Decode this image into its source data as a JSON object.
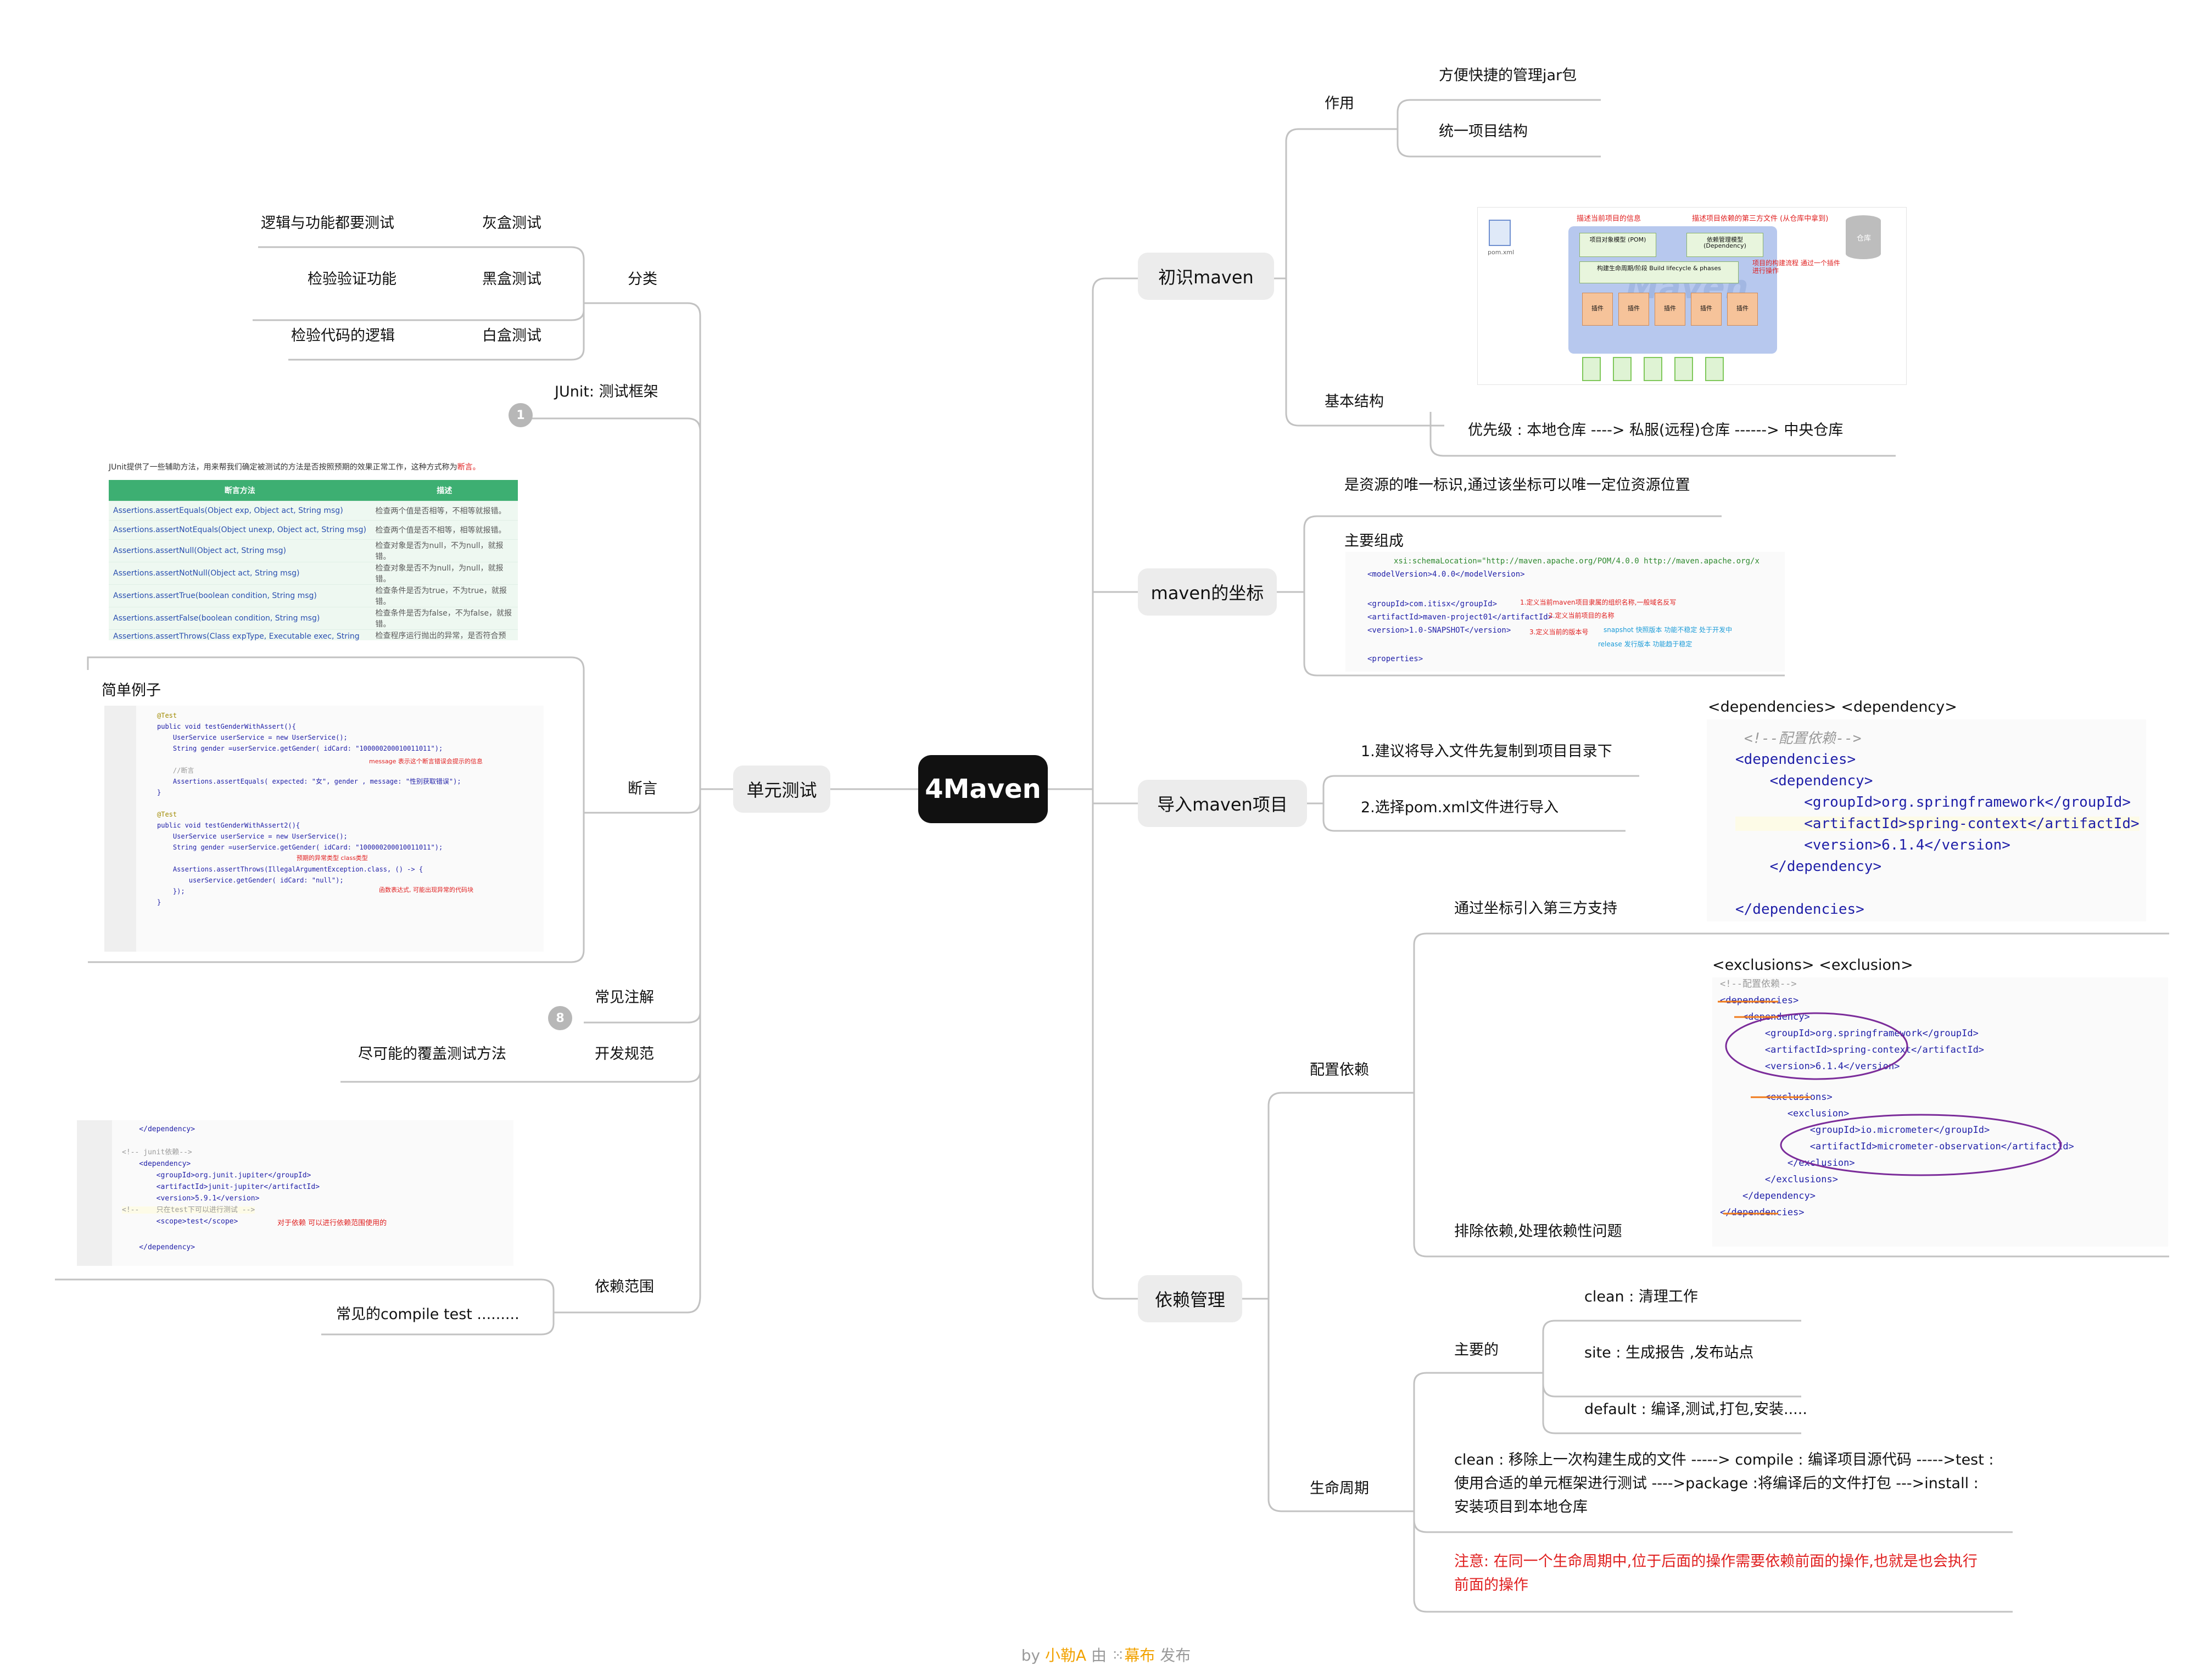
{
  "root": "4Maven",
  "right": {
    "branch1": {
      "label": "初识maven",
      "zuoyong": "作用",
      "zuoyong_items": [
        "方便快捷的管理jar包",
        "统一项目结构"
      ],
      "jiben": "基本结构",
      "jiben_text": "优先级 : 本地仓库    ---->    私服(远程)仓库      ------>    中央仓库",
      "diagram": {
        "desc_left": "描述当前项目的信息",
        "desc_right": "描述项目依赖的第三方文件 (从仓库中拿到)",
        "pom_label": "pom.xml",
        "box1": "项目对象模型 (POM)",
        "box2": "依赖管理模型 (Dependency)",
        "box3": "构建生命周期/阶段 Build lifecycle & phases",
        "side_note": "项目的构建流程 通过一个插件进行操作",
        "plugin": "插件",
        "repo": "仓库",
        "watermark": "Maven"
      }
    },
    "branch2": {
      "label": "maven的坐标",
      "desc": "是资源的唯一标识,通过该坐标可以唯一定位资源位置",
      "zuocheng": "主要组成",
      "code": [
        "xsi:schemaLocation=\"http://maven.apache.org/POM/4.0.0 http://maven.apache.org/x",
        "<modelVersion>4.0.0</modelVersion>",
        "<groupId>com.itisx</groupId>",
        "<artifactId>maven-project01</artifactId>",
        "<version>1.0-SNAPSHOT</version>",
        "<properties>"
      ],
      "notes": [
        "1.定义当前maven项目隶属的组织名称,一般域名反写",
        "2.定义当前项目的名称",
        "3.定义当前的版本号",
        "snapshot 快照版本 功能不稳定 处于开发中",
        "release 发行版本 功能趋于稳定"
      ]
    },
    "branch3": {
      "label": "导入maven项目",
      "items": [
        "1.建议将导入文件先复制到项目目录下",
        "2.选择pom.xml文件进行导入"
      ],
      "header": "<dependencies>   <dependency>",
      "code": [
        "<!--配置依赖-->",
        "<dependencies>",
        "    <dependency>",
        "        <groupId>org.springframework</groupId>",
        "        <artifactId>spring-context</artifactId>",
        "        <version>6.1.4</version>",
        "    </dependency>",
        "</dependencies>"
      ]
    },
    "branch4": {
      "label": "依赖管理",
      "peizhi": "配置依赖",
      "tongguo": "通过坐标引入第三方支持",
      "paichu": "排除依赖,处理依赖性问题",
      "excl_header": "<exclusions>   <exclusion>",
      "excl_code": [
        "<!--配置依赖-->",
        "<dependencies>",
        "    <dependency>",
        "        <groupId>org.springframework</groupId>",
        "        <artifactId>spring-context</artifactId>",
        "        <version>6.1.4</version>",
        "",
        "        <exclusions>",
        "            <exclusion>",
        "                <groupId>io.micrometer</groupId>",
        "                <artifactId>micrometer-observation</artifactId>",
        "            </exclusion>",
        "        </exclusions>",
        "    </dependency>",
        "</dependencies>"
      ],
      "shengming": "生命周期",
      "zhuyao": "主要的",
      "zhuyao_items": [
        "clean : 清理工作",
        "site : 生成报告 ,发布站点",
        "default : 编译,测试,打包,安装....."
      ],
      "lifecycle_text": [
        "clean : 移除上一次构建生成的文件 -----> compile : 编译项目源代码   ----->test :",
        "使用合适的单元框架进行测试 ---->package  :将编译后的文件打包 --->install :",
        "安装项目到本地仓库"
      ],
      "note": [
        "注意: 在同一个生命周期中,位于后面的操作需要依赖前面的操作,也就是也会执行",
        "前面的操作"
      ]
    }
  },
  "left": {
    "label": "单元测试",
    "fenlei": "分类",
    "fenlei_items": [
      {
        "type": "灰盒测试",
        "desc": "逻辑与功能都要测试"
      },
      {
        "type": "黑盒测试",
        "desc": "检验验证功能"
      },
      {
        "type": "白盒测试",
        "desc": "检验代码的逻辑"
      }
    ],
    "junit": "JUnit: 测试框架",
    "badge1": "1",
    "junit_table": {
      "intro": "JUnit提供了一些辅助方法，用来帮我们确定被测试的方法是否按照预期的效果正常工作，这种方式称为",
      "intro_red": "断言。",
      "headers": [
        "断言方法",
        "描述"
      ],
      "rows": [
        [
          "Assertions.assertEquals(Object exp, Object act, String msg)",
          "检查两个值是否相等，不相等就报错。"
        ],
        [
          "Assertions.assertNotEquals(Object unexp, Object act, String msg)",
          "检查两个值是否不相等，相等就报错。"
        ],
        [
          "Assertions.assertNull(Object act, String msg)",
          "检查对象是否为null，不为null，就报错。"
        ],
        [
          "Assertions.assertNotNull(Object act, String msg)",
          "检查对象是否不为null，为null，就报错。"
        ],
        [
          "Assertions.assertTrue(boolean condition, String msg)",
          "检查条件是否为true，不为true，就报错。"
        ],
        [
          "Assertions.assertFalse(boolean condition, String msg)",
          "检查条件是否为false，不为false，就报错。"
        ],
        [
          "Assertions.assertThrows(Class expType, Executable exec, String msg)",
          "检查程序运行抛出的异常，是否符合预期。"
        ]
      ]
    },
    "duanyan": "断言",
    "jiandan": "简单例子",
    "example_code": [
      "@Test",
      "public void testGenderWithAssert(){",
      "    UserService userService = new UserService();",
      "    String gender =userService.getGender( idCard: \"100000200010011011\");",
      "",
      "    //断言",
      "    Assertions.assertEquals( expected: \"女\", gender , message: \"性别获取错误\");",
      "}",
      "",
      "@Test",
      "public void testGenderWithAssert2(){",
      "    UserService userService = new UserService();",
      "    String gender =userService.getGender( idCard: \"100000200010011011\");",
      "",
      "    Assertions.assertThrows(IllegalArgumentException.class, () -> {",
      "        userService.getGender( idCard: \"null\");",
      "    });",
      "}"
    ],
    "example_notes": [
      "message 表示这个断言错误会提示的信息",
      "预期的异常类型 class类型",
      "函数表达式, 可能出现异常的代码块"
    ],
    "changjian": "常见注解",
    "badge8": "8",
    "kaifa": "开发规范",
    "kaifa_desc": "尽可能的覆盖测试方法",
    "yilai": "依赖范围",
    "yilai_desc": "常见的compile test    .........",
    "scope_code": [
      "    </dependency>",
      "",
      "<!-- junit依赖-->",
      "    <dependency>",
      "        <groupId>org.junit.jupiter</groupId>",
      "        <artifactId>junit-jupiter</artifactId>",
      "        <version>5.9.1</version>",
      "<!--    只在test下可以进行测试 -->",
      "        <scope>test</scope>",
      "",
      "    </dependency>"
    ],
    "scope_note": "对于依赖 可以进行依赖范围使用的"
  },
  "footer": {
    "by": "by ",
    "author": "小勒A",
    "mid": " 由 ",
    "brand": "幕布",
    "end": " 发布"
  },
  "colors": {
    "line": "#c2c2c2",
    "pill": "#ececec",
    "root": "#111111",
    "red": "#e02020",
    "accent": "#f2a200"
  }
}
